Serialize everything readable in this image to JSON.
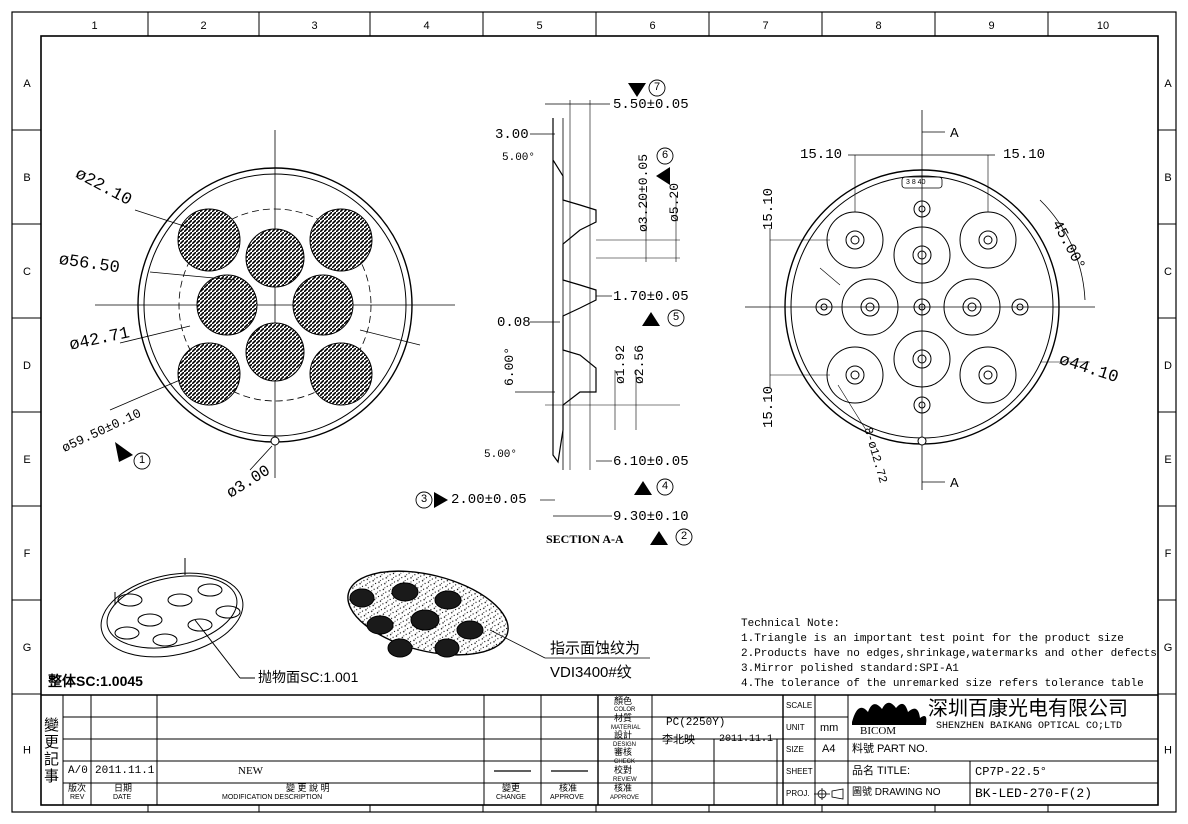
{
  "grid": {
    "columns": [
      "1",
      "2",
      "3",
      "4",
      "5",
      "6",
      "7",
      "8",
      "9",
      "10"
    ],
    "rows": [
      "A",
      "B",
      "C",
      "D",
      "E",
      "F",
      "G",
      "H"
    ]
  },
  "front_view": {
    "dims": {
      "d22": "ø22.10",
      "d56": "ø56.50",
      "d42": "ø42.71",
      "d59": "ø59.50±0.10",
      "d3": "ø3.00"
    },
    "test_point": "1"
  },
  "section": {
    "title": "SECTION A-A",
    "dims": {
      "d550": "5.50±0.05",
      "d300": "3.00",
      "a500_top": "5.00°",
      "d320": "ø3.20±0.05",
      "d520": "ø5.20",
      "d170": "1.70±0.05",
      "d008": "0.08",
      "d600": "6.00°",
      "d192": "ø1.92",
      "d256": "ø2.56",
      "a500_bot": "5.00°",
      "d610": "6.10±0.05",
      "d200": "2.00±0.05",
      "d930": "9.30±0.10"
    },
    "points": {
      "p7": "7",
      "p6": "6",
      "p5": "5",
      "p4": "4",
      "p3": "3",
      "p2": "2"
    }
  },
  "rear_view": {
    "dims": {
      "d1510_l": "15.10",
      "d1510_r": "15.10",
      "d1510_v1": "15.10",
      "d1510_v2": "15.10",
      "angle": "45.00°",
      "d4410": "ø44.10",
      "holes": "8-ø12.72"
    },
    "section_marks": {
      "top": "A",
      "bottom": "A"
    },
    "emboss": "3 8 40"
  },
  "iso": {
    "whole_sc": "整体SC:1.0045",
    "parabolic_sc": "抛物面SC:1.001",
    "etch_note_1": "指示面蚀纹为",
    "etch_note_2": "VDI3400#纹"
  },
  "technical_note": {
    "title": "Technical Note:",
    "lines": [
      "1.Triangle is an important test point for the product size",
      "2.Products have no edges,shrinkage,watermarks and other defects",
      "3.Mirror polished standard:SPI-A1",
      "4.The tolerance of the unremarked size refers tolerance table"
    ]
  },
  "title_block": {
    "revision_side": "變更記事",
    "rev": "A/0",
    "date": "2011.11.1",
    "description": "NEW",
    "hdr_rev_cn": "版次",
    "hdr_rev": "REV",
    "hdr_date_cn": "日期",
    "hdr_date": "DATE",
    "hdr_desc_cn": "變 更 說 明",
    "hdr_desc": "MODIFICATION DESCRIPTION",
    "hdr_change_cn": "變更",
    "hdr_change": "CHANGE",
    "hdr_approve_cn": "核准",
    "hdr_approve": "APPROVE",
    "color_cn": "顏色",
    "color": "COLOR",
    "material_cn": "材質",
    "material": "MATERIAL",
    "material_value": "PC(2250Y)",
    "design_cn": "設計",
    "design": "DESIGN",
    "designer": "李北映",
    "design_date": "2011.11.1",
    "check_cn": "審核",
    "check": "CHECK",
    "review_cn": "校對",
    "review": "REVIEW",
    "approve_cn": "核准",
    "approve": "APPROVE",
    "scale": "SCALE",
    "unit": "UNIT",
    "unit_value": "mm",
    "size": "SIZE",
    "size_value": "A4",
    "sheet": "SHEET",
    "proj": "PROJ.",
    "part_no": "料號 PART NO.",
    "title_label": "品名 TITLE:",
    "title_value": "CP7P-22.5°",
    "drawing_label": "圖號 DRAWING NO",
    "drawing_value": "BK-LED-270-F(2)",
    "company_cn": "深圳百康光电有限公司",
    "company_en": "SHENZHEN BAIKANG OPTICAL CO;LTD",
    "brand": "BICOM"
  },
  "colors": {
    "ink": "#000000",
    "fill_dark": "#1a1a1a"
  }
}
